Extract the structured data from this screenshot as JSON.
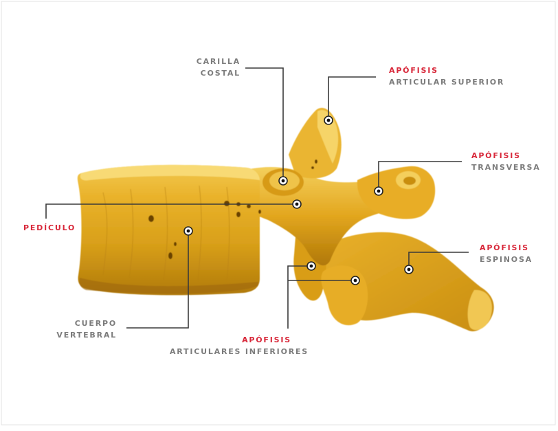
{
  "colors": {
    "background": "#ffffff",
    "bone": "#e3a619",
    "bone_dark": "#a56f08",
    "bone_light": "#f7d36a",
    "accent_red": "#d8283a",
    "label_gray": "#7c7c7c",
    "leader_line": "#3a3a3a"
  },
  "labels": {
    "carilla_costal": {
      "line1": "CARILLA",
      "line2": "COSTAL"
    },
    "apofisis_articular_superior": {
      "title": "APÓFISIS",
      "sub": "ARTICULAR SUPERIOR"
    },
    "apofisis_transversa": {
      "title": "APÓFISIS",
      "sub": "TRANSVERSA"
    },
    "pediculo": {
      "title": "PEDÍCULO"
    },
    "apofisis_espinosa": {
      "title": "APÓFISIS",
      "sub": "ESPINOSA"
    },
    "cuerpo_vertebral": {
      "line1": "CUERPO",
      "line2": "VERTEBRAL"
    },
    "apofisis_articulares_inferiores": {
      "title": "APÓFISIS",
      "sub": "ARTICULARES INFERIORES"
    }
  }
}
